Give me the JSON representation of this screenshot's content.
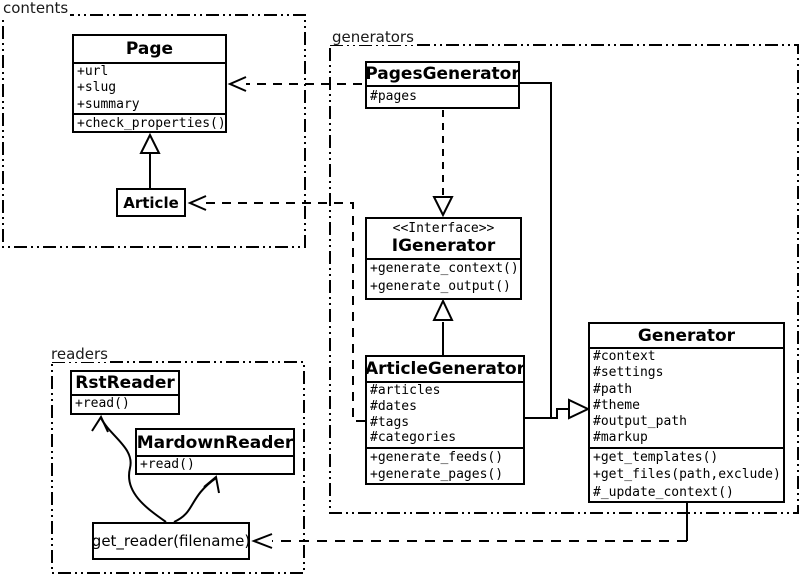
{
  "diagram": {
    "packages": {
      "contents": "contents",
      "generators": "generators",
      "readers": "readers"
    },
    "classes": {
      "page": {
        "title": "Page",
        "attrs": [
          "+url",
          "+slug",
          "+summary"
        ],
        "methods": [
          "+check_properties()"
        ]
      },
      "article": {
        "title": "Article"
      },
      "pagesGenerator": {
        "title": "PagesGenerator",
        "attrs": [
          "#pages"
        ]
      },
      "iGenerator": {
        "stereotype": "<<Interface>>",
        "title": "IGenerator",
        "methods": [
          "+generate_context()",
          "+generate_output()"
        ]
      },
      "articleGenerator": {
        "title": "ArticleGenerator",
        "attrs": [
          "#articles",
          "#dates",
          "#tags",
          "#categories"
        ],
        "methods": [
          "+generate_feeds()",
          "+generate_pages()"
        ]
      },
      "generator": {
        "title": "Generator",
        "attrs": [
          "#context",
          "#settings",
          "#path",
          "#theme",
          "#output_path",
          "#markup"
        ],
        "methods": [
          "+get_templates()",
          "+get_files(path,exclude)",
          "#_update_context()"
        ]
      },
      "rstReader": {
        "title": "RstReader",
        "methods": [
          "+read()"
        ]
      },
      "mardownReader": {
        "title": "MardownReader",
        "methods": [
          "+read()"
        ]
      },
      "getReader": {
        "title": "get_reader(filename)"
      }
    },
    "colors": {
      "line": "#000000",
      "background": "#ffffff"
    }
  }
}
